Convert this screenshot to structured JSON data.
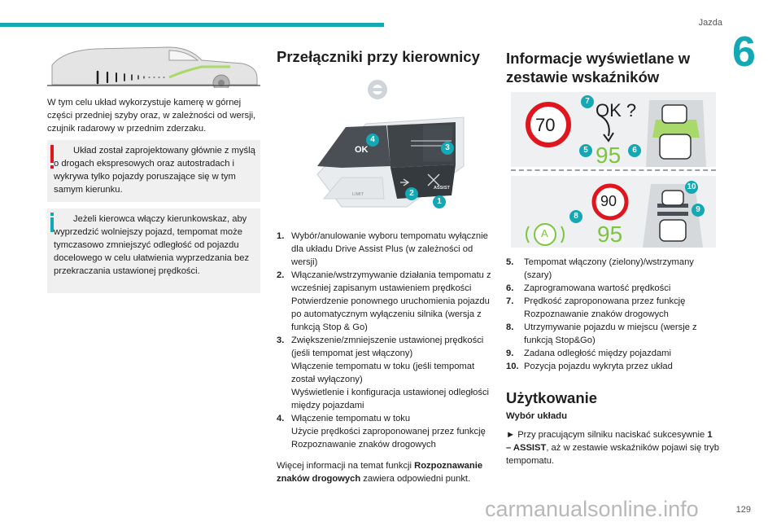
{
  "header": {
    "section": "Jazda",
    "chapter": "6"
  },
  "col1": {
    "intro": "W tym celu układ wykorzystuje kamerę w górnej części przedniej szyby oraz, w zależności od wersji, czujnik radarowy w przednim zderzaku.",
    "warning": "Układ został zaprojektowany głównie z myślą o drogach ekspresowych oraz autostradach i wykrywa tylko pojazdy poruszające się w tym samym kierunku.",
    "info": "Jeżeli kierowca włączy kierunkowskaz, aby wyprzedzić wolniejszy pojazd, tempomat może tymczasowo zmniejszyć odległość od pojazdu docelowego w celu ułatwienia wyprzedzania bez przekraczania ustawionej prędkości."
  },
  "col2": {
    "title": "Przełączniki przy kierownicy",
    "figure": {
      "ok_label": "OK",
      "assist_label": "ASSIST",
      "limit_label": "LIMIT",
      "badges": [
        "4",
        "3",
        "2",
        "1"
      ]
    },
    "items": [
      {
        "num": "1.",
        "lines": [
          "Wybór/anulowanie wyboru tempomatu wyłącznie dla układu Drive Assist Plus (w zależności od wersji)"
        ]
      },
      {
        "num": "2.",
        "lines": [
          "Włączanie/wstrzymywanie działania tempomatu z wcześniej zapisanym ustawieniem prędkości",
          "Potwierdzenie ponownego uruchomienia pojazdu po automatycznym wyłączeniu silnika (wersja z funkcją Stop & Go)"
        ]
      },
      {
        "num": "3.",
        "lines": [
          "Zwiększenie/zmniejszenie ustawionej prędkości (jeśli tempomat jest włączony)",
          "Włączenie tempomatu w toku (jeśli tempomat został wyłączony)",
          "Wyświetlenie i konfiguracja ustawionej odległości między pojazdami"
        ]
      },
      {
        "num": "4.",
        "lines": [
          "Włączenie tempomatu w toku",
          "Użycie prędkości zaproponowanej przez funkcję Rozpoznawanie znaków drogowych"
        ]
      }
    ],
    "more_prefix": "Więcej informacji na temat funkcji ",
    "more_bold": "Rozpoznawanie znaków drogowych",
    "more_suffix": " zawiera odpowiedni punkt."
  },
  "col3": {
    "title_line1": "Informacje wyświetlane w",
    "title_line2": "zestawie wskaźników",
    "figure": {
      "sign_value": "70",
      "ok_text": "OK ?",
      "speed_value": "95",
      "sign_value2": "90",
      "speed_value2": "95",
      "a_label": "A",
      "badges": [
        "7",
        "5",
        "6",
        "10",
        "9",
        "8"
      ]
    },
    "items": [
      {
        "num": "5.",
        "lines": [
          "Tempomat włączony (zielony)/wstrzymany (szary)"
        ]
      },
      {
        "num": "6.",
        "lines": [
          "Zaprogramowana wartość prędkości"
        ]
      },
      {
        "num": "7.",
        "lines": [
          "Prędkość zaproponowana przez funkcję Rozpoznawanie znaków drogowych"
        ]
      },
      {
        "num": "8.",
        "lines": [
          "Utrzymywanie pojazdu w miejscu (wersje z funkcją Stop&Go)"
        ]
      },
      {
        "num": "9.",
        "lines": [
          "Zadana odległość między pojazdami"
        ]
      },
      {
        "num": "10.",
        "lines": [
          "Pozycja pojazdu wykryta przez układ"
        ]
      }
    ],
    "usage_title": "Użytkowanie",
    "subheading": "Wybór układu",
    "step_bullet": "►",
    "step_text1": "Przy pracującym silniku naciskać sukcesywnie",
    "step_bold": "1 – ASSIST",
    "step_text2": ", aż w zestawie wskaźników pojawi się tryb tempomatu."
  },
  "footer": {
    "logo": "carmanualsonline.info",
    "page": "129"
  }
}
